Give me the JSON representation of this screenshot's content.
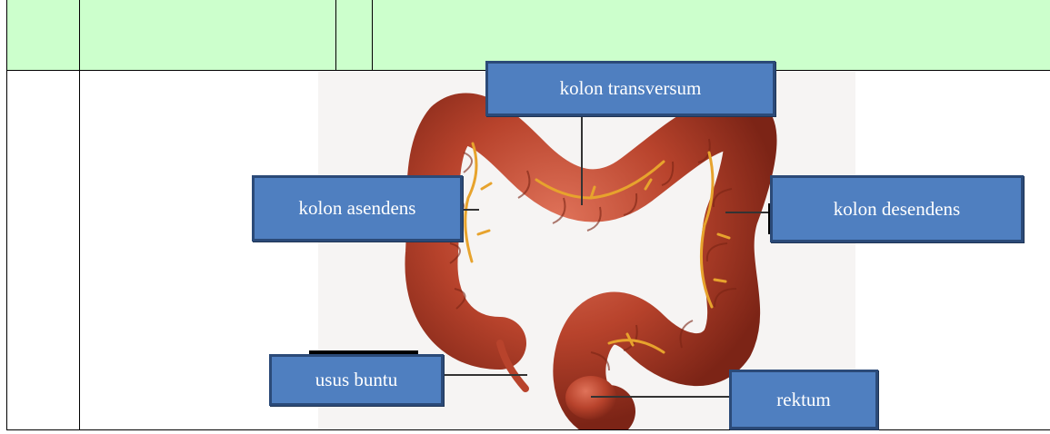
{
  "diagram": {
    "labels": {
      "transverse": "kolon transversum",
      "ascending": "kolon asendens",
      "descending": "kolon desendens",
      "appendix": "usus buntu",
      "rectum": "rektum"
    },
    "colors": {
      "header_fill": "#ccffcc",
      "label_fill": "#4f7fc0",
      "label_border": "#2b4a78",
      "intestine": "#b5412a",
      "vessel": "#e7a32d"
    }
  }
}
